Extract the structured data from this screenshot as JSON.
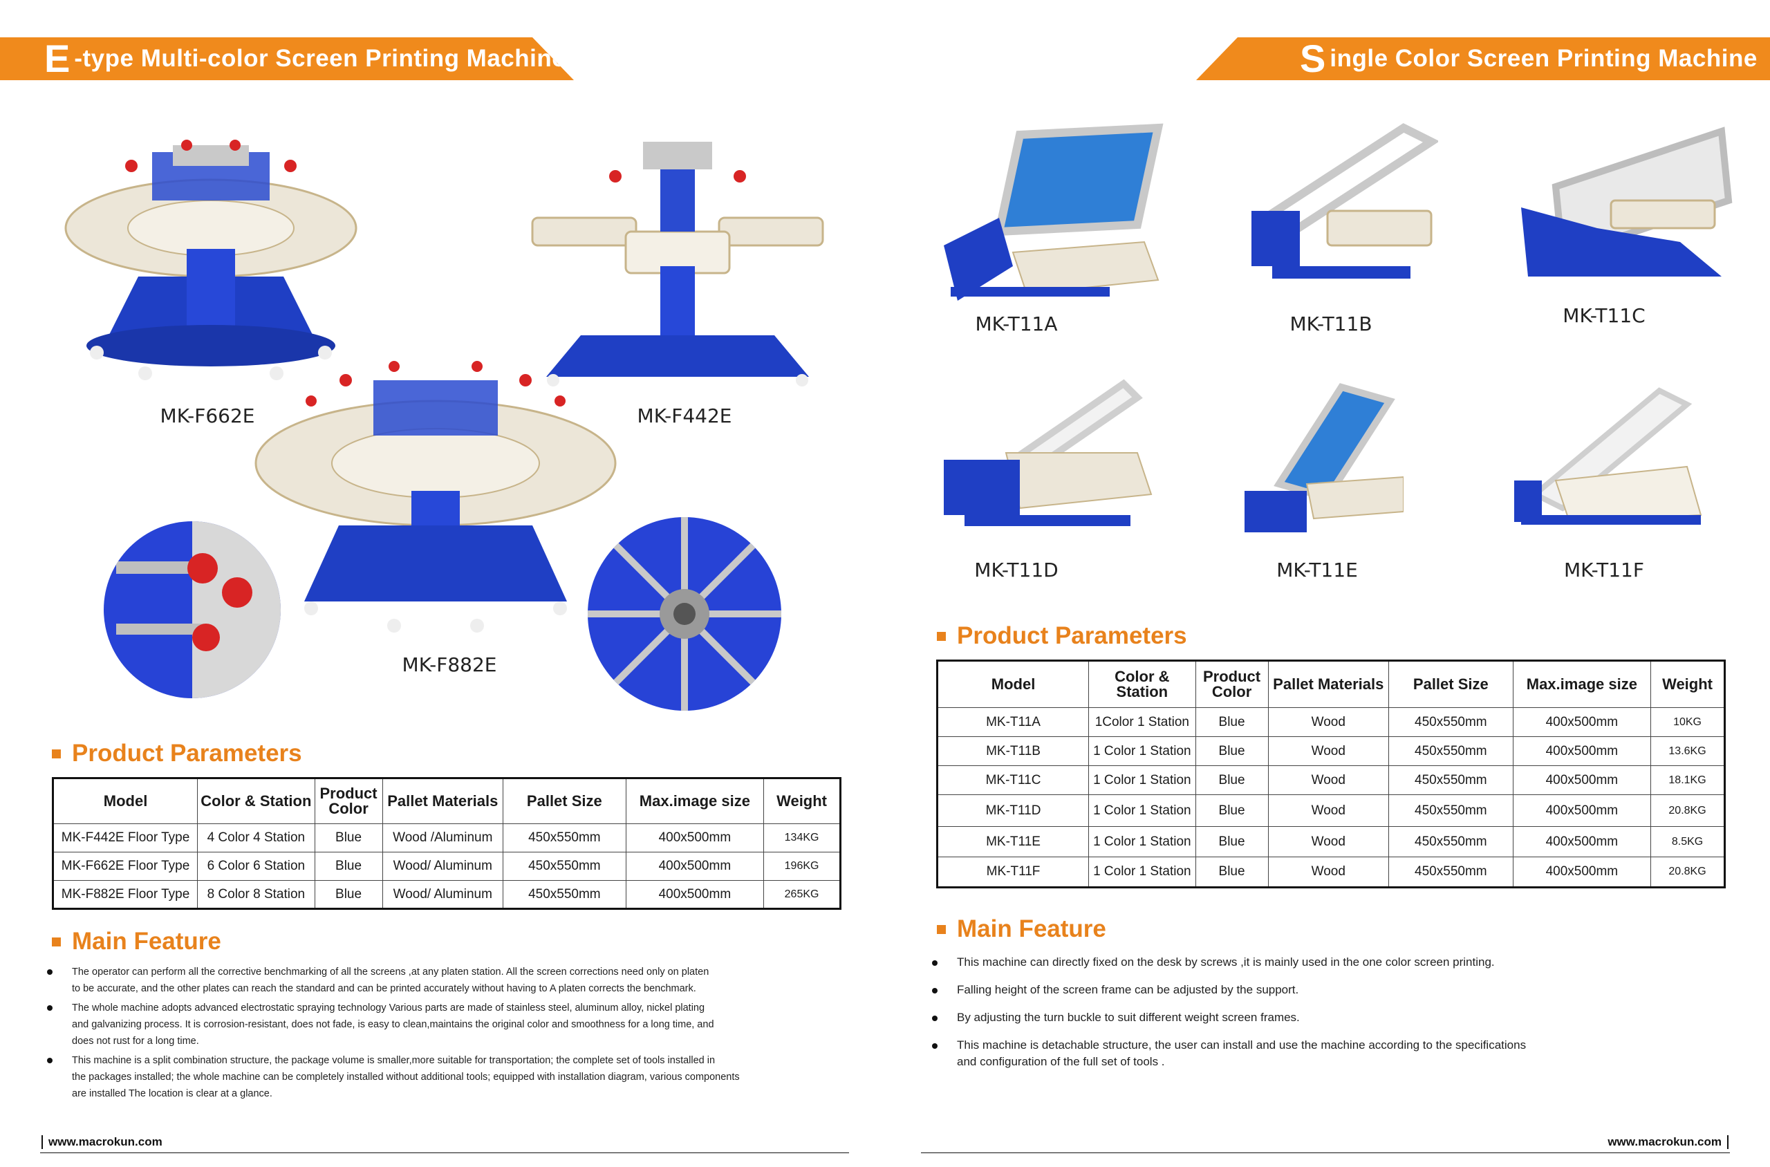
{
  "left": {
    "banner": {
      "initial": "E",
      "rest": "-type Multi-color Screen Printing Machine"
    },
    "machines": [
      {
        "id": "f662",
        "label": "MK-F662E"
      },
      {
        "id": "f442",
        "label": "MK-F442E"
      },
      {
        "id": "f882",
        "label": "MK-F882E"
      }
    ],
    "params_title": "Product Parameters",
    "table": {
      "headers": [
        "Model",
        "Color & Station",
        "Product Color",
        "Pallet Materials",
        "Pallet Size",
        "Max.image size",
        "Weight"
      ],
      "rows": [
        [
          "MK-F442E Floor Type",
          "4 Color 4 Station",
          "Blue",
          "Wood /Aluminum",
          "450x550mm",
          "400x500mm",
          "134KG"
        ],
        [
          "MK-F662E Floor Type",
          "6 Color 6 Station",
          "Blue",
          "Wood/ Aluminum",
          "450x550mm",
          "400x500mm",
          "196KG"
        ],
        [
          "MK-F882E Floor Type",
          "8 Color 8 Station",
          "Blue",
          "Wood/ Aluminum",
          "450x550mm",
          "400x500mm",
          "265KG"
        ]
      ]
    },
    "feature_title": "Main Feature",
    "features": [
      [
        "The operator can perform all the corrective benchmarking of all the screens ,at any platen station. All the screen corrections need only on platen",
        "to be accurate, and the other plates can reach the standard and can be printed accurately without having to A platen corrects the benchmark."
      ],
      [
        "The whole machine adopts advanced electrostatic spraying technology  Various parts are made of stainless steel, aluminum alloy, nickel plating",
        "and galvanizing process. It is corrosion-resistant, does not fade, is easy to clean,maintains the original color and smoothness for a long time, and",
        "does not rust for a long time."
      ],
      [
        "This machine is a split combination structure, the package volume is smaller,more suitable for transportation; the complete set of tools installed in",
        "the packages installed; the whole machine can be completely installed without additional tools; equipped with installation diagram, various components",
        "are installed The location is clear at a glance."
      ]
    ],
    "footer": "www.macrokun.com"
  },
  "right": {
    "banner": {
      "initial": "S",
      "rest": "ingle Color Screen Printing Machine"
    },
    "machines": [
      {
        "id": "t11a",
        "label": "MK-T11A"
      },
      {
        "id": "t11b",
        "label": "MK-T11B"
      },
      {
        "id": "t11c",
        "label": "MK-T11C"
      },
      {
        "id": "t11d",
        "label": "MK-T11D"
      },
      {
        "id": "t11e",
        "label": "MK-T11E"
      },
      {
        "id": "t11f",
        "label": "MK-T11F"
      }
    ],
    "params_title": "Product Parameters",
    "table": {
      "headers": [
        "Model",
        "Color & Station",
        "Product Color",
        "Pallet Materials",
        "Pallet Size",
        "Max.image size",
        "Weight"
      ],
      "rows": [
        [
          "MK-T11A",
          "1Color 1 Station",
          "Blue",
          "Wood",
          "450x550mm",
          "400x500mm",
          "10KG"
        ],
        [
          "MK-T11B",
          "1 Color 1 Station",
          "Blue",
          "Wood",
          "450x550mm",
          "400x500mm",
          "13.6KG"
        ],
        [
          "MK-T11C",
          "1 Color 1 Station",
          "Blue",
          "Wood",
          "450x550mm",
          "400x500mm",
          "18.1KG"
        ],
        [
          "MK-T11D",
          "1 Color 1 Station",
          "Blue",
          "Wood",
          "450x550mm",
          "400x500mm",
          "20.8KG"
        ],
        [
          "MK-T11E",
          "1 Color 1 Station",
          "Blue",
          "Wood",
          "450x550mm",
          "400x500mm",
          "8.5KG"
        ],
        [
          "MK-T11F",
          "1 Color 1 Station",
          "Blue",
          "Wood",
          "450x550mm",
          "400x500mm",
          "20.8KG"
        ]
      ]
    },
    "feature_title": "Main Feature",
    "features": [
      [
        "This machine can directly fixed on the desk by screws ,it is mainly used in the one color screen printing."
      ],
      [
        "Falling height of the screen frame can be adjusted by the support."
      ],
      [
        "By adjusting the turn buckle to suit different weight screen frames."
      ],
      [
        "This machine is detachable structure, the user can install and use the machine according to the specifications",
        "and configuration of the full set of tools ."
      ]
    ],
    "footer": "www.macrokun.com"
  },
  "colors": {
    "accent": "#f08a1c",
    "machine_blue": "#1f3fc4",
    "pallet": "#ece6d8"
  }
}
